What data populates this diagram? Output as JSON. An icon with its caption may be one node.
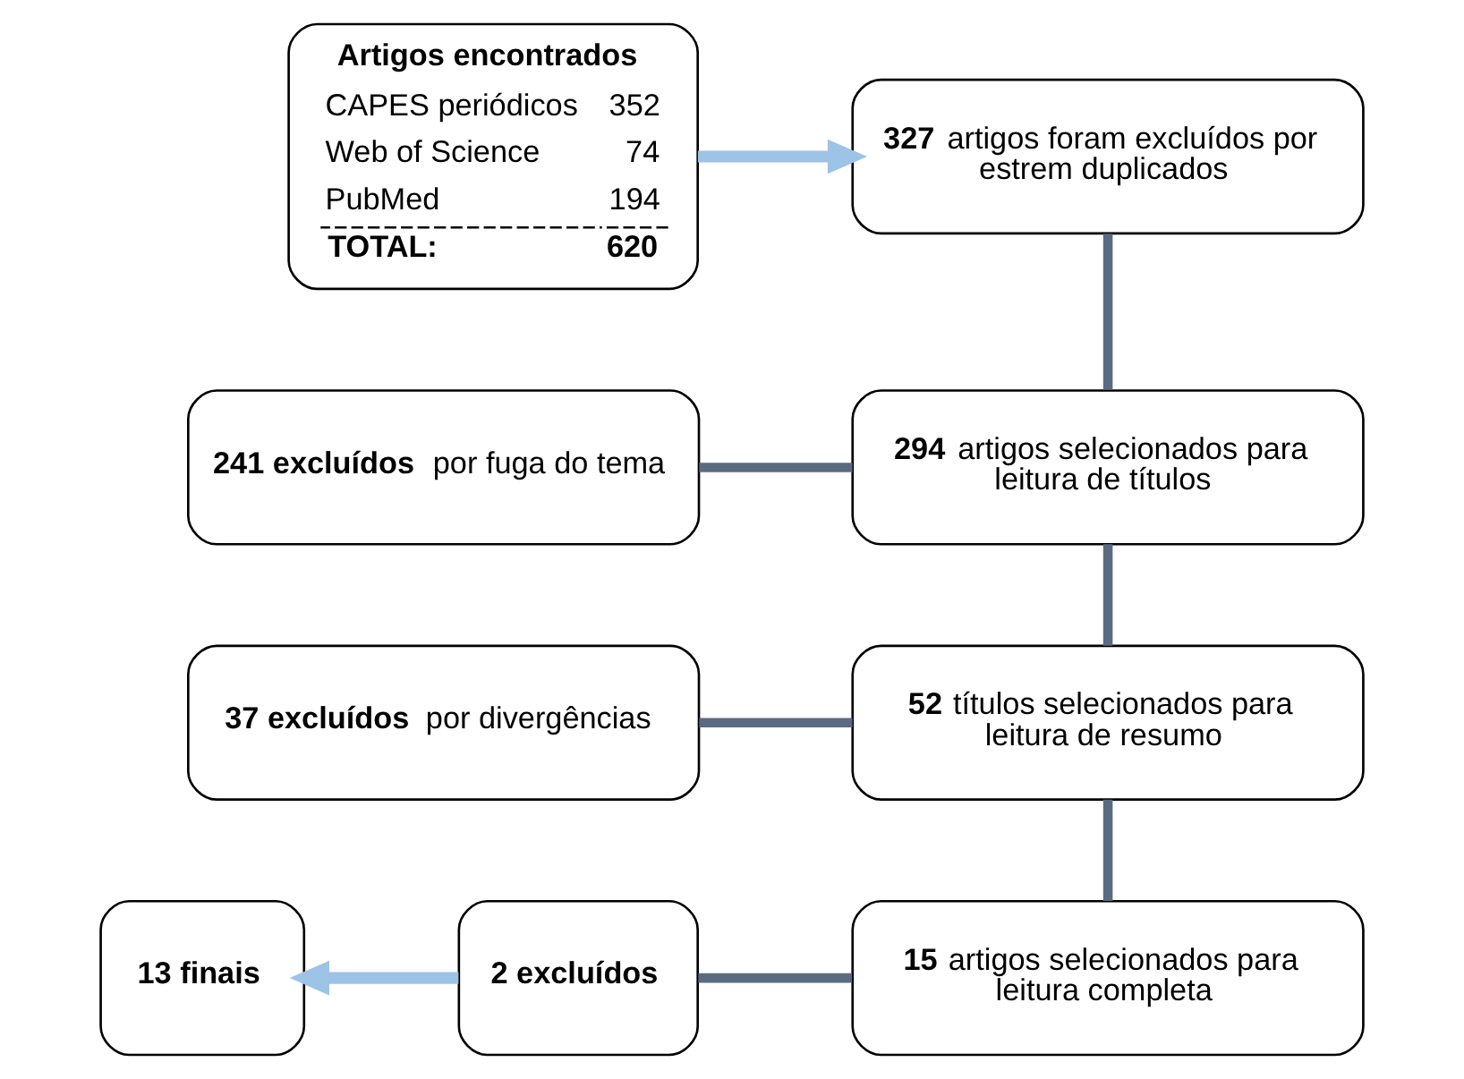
{
  "diagram": {
    "nodes": [
      {
        "text": [
          "Artigos encontrados",
          "CAPES periódicos",
          "352",
          "Web of Science",
          "74",
          "PubMed",
          "194",
          "TOTAL:",
          "620"
        ]
      },
      {
        "text": [
          "**327** artigos foram excluídos por estrem duplicados"
        ]
      },
      {
        "text": [
          "**241 excluídos** por fuga do tema"
        ]
      },
      {
        "text": [
          "**294** artigos selecionados para leitura de títulos"
        ]
      },
      {
        "text": [
          "**37 excluídos** por divergências"
        ]
      },
      {
        "text": [
          "**52** títulos selecionados para leitura de resumo"
        ]
      },
      {
        "text": [
          "13 finais"
        ]
      },
      {
        "text": [
          "2 excluídos"
        ]
      },
      {
        "text": [
          "**15** artigos selecionados para leitura completa"
        ]
      }
    ],
    "edges": [
      {
        "from": 0,
        "to": 1,
        "arrow": "to",
        "color": "#9dc3e6"
      },
      {
        "from": 1,
        "to": 3,
        "arrow": "none"
      },
      {
        "from": 3,
        "to": 2,
        "arrow": "none"
      },
      {
        "from": 3,
        "to": 5,
        "arrow": "none"
      },
      {
        "from": 5,
        "to": 4,
        "arrow": "none"
      },
      {
        "from": 5,
        "to": 8,
        "arrow": "none"
      },
      {
        "from": 8,
        "to": 7,
        "arrow": "none"
      },
      {
        "from": 7,
        "to": 6,
        "arrow": "to",
        "color": "#9dc3e6"
      }
    ]
  }
}
